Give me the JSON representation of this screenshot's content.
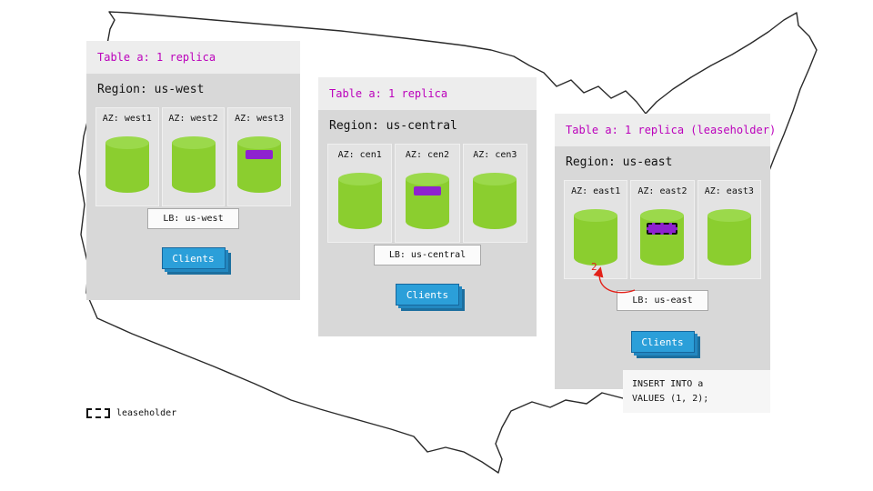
{
  "legend": {
    "label": "leaseholder"
  },
  "panels": [
    {
      "table_label": "Table a: 1 replica",
      "region_label": "Region: us-west",
      "azs": [
        {
          "label": "AZ: west1",
          "replica": false,
          "leaseholder": false
        },
        {
          "label": "AZ: west2",
          "replica": false,
          "leaseholder": false
        },
        {
          "label": "AZ: west3",
          "replica": true,
          "leaseholder": false
        }
      ],
      "lb_label": "LB: us-west",
      "clients_label": "Clients"
    },
    {
      "table_label": "Table a: 1 replica",
      "region_label": "Region: us-central",
      "azs": [
        {
          "label": "AZ: cen1",
          "replica": false,
          "leaseholder": false
        },
        {
          "label": "AZ: cen2",
          "replica": true,
          "leaseholder": false
        },
        {
          "label": "AZ: cen3",
          "replica": false,
          "leaseholder": false
        }
      ],
      "lb_label": "LB: us-central",
      "clients_label": "Clients"
    },
    {
      "table_label": "Table a: 1 replica (leaseholder)",
      "region_label": "Region: us-east",
      "azs": [
        {
          "label": "AZ: east1",
          "replica": false,
          "leaseholder": false
        },
        {
          "label": "AZ: east2",
          "replica": true,
          "leaseholder": true
        },
        {
          "label": "AZ: east3",
          "replica": false,
          "leaseholder": false
        }
      ],
      "lb_label": "LB: us-east",
      "clients_label": "Clients",
      "arrow_label": "2",
      "sql": "INSERT INTO a\nVALUES (1, 2);"
    }
  ],
  "colors": {
    "green": "#8bce2f",
    "greenTop": "#9bd94b",
    "purple": "#8e22cf",
    "blue": "#2b9fd9",
    "blueShadow1": "#2287c0",
    "blueShadow2": "#1c6f9f",
    "magenta": "#bb00bb",
    "red": "#e32119",
    "panelBody": "#d8d8d8",
    "panelHeader": "#ededed",
    "azCell": "#e3e3e3",
    "mapStroke": "#2a2a2a"
  }
}
